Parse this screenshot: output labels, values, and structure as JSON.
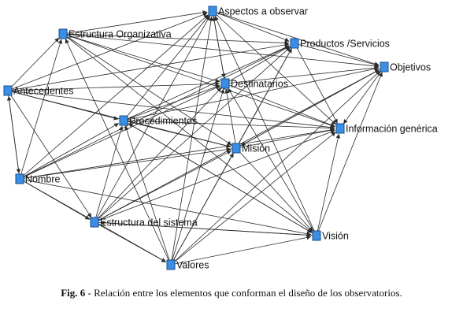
{
  "colors": {
    "node_fill": "#3a8ee6",
    "node_stroke": "#1b4f8a",
    "edge": "#2a2a2a"
  },
  "nodes": [
    {
      "id": "aspectos",
      "label": "Aspectos a observar"
    },
    {
      "id": "estructura_org",
      "label": "Estructura Organizativa"
    },
    {
      "id": "productos",
      "label": "Productos /Servicios"
    },
    {
      "id": "objetivos",
      "label": "Objetivos"
    },
    {
      "id": "antecedentes",
      "label": "Antecedentes"
    },
    {
      "id": "destinatarios",
      "label": "Destinatarios"
    },
    {
      "id": "procedimientos",
      "label": "Procedimientos"
    },
    {
      "id": "informacion",
      "label": "Información genérica"
    },
    {
      "id": "mision",
      "label": "Misión"
    },
    {
      "id": "nombre",
      "label": "Nombre"
    },
    {
      "id": "estructura_sis",
      "label": "Estructura del sistema"
    },
    {
      "id": "vision",
      "label": "Visión"
    },
    {
      "id": "valores",
      "label": "Valores"
    }
  ],
  "edges": [
    [
      "estructura_org",
      "aspectos"
    ],
    [
      "estructura_org",
      "productos"
    ],
    [
      "estructura_org",
      "objetivos"
    ],
    [
      "estructura_org",
      "destinatarios"
    ],
    [
      "estructura_org",
      "informacion"
    ],
    [
      "estructura_org",
      "mision"
    ],
    [
      "estructura_org",
      "vision"
    ],
    [
      "antecedentes",
      "aspectos"
    ],
    [
      "antecedentes",
      "productos"
    ],
    [
      "antecedentes",
      "estructura_org"
    ],
    [
      "antecedentes",
      "destinatarios"
    ],
    [
      "antecedentes",
      "procedimientos"
    ],
    [
      "antecedentes",
      "informacion"
    ],
    [
      "antecedentes",
      "mision"
    ],
    [
      "antecedentes",
      "nombre"
    ],
    [
      "antecedentes",
      "estructura_sis"
    ],
    [
      "nombre",
      "antecedentes"
    ],
    [
      "nombre",
      "estructura_org"
    ],
    [
      "nombre",
      "aspectos"
    ],
    [
      "nombre",
      "productos"
    ],
    [
      "nombre",
      "procedimientos"
    ],
    [
      "nombre",
      "destinatarios"
    ],
    [
      "nombre",
      "mision"
    ],
    [
      "nombre",
      "informacion"
    ],
    [
      "nombre",
      "estructura_sis"
    ],
    [
      "nombre",
      "valores"
    ],
    [
      "nombre",
      "vision"
    ],
    [
      "procedimientos",
      "aspectos"
    ],
    [
      "procedimientos",
      "productos"
    ],
    [
      "procedimientos",
      "objetivos"
    ],
    [
      "procedimientos",
      "destinatarios"
    ],
    [
      "procedimientos",
      "mision"
    ],
    [
      "procedimientos",
      "informacion"
    ],
    [
      "procedimientos",
      "vision"
    ],
    [
      "estructura_sis",
      "aspectos"
    ],
    [
      "estructura_sis",
      "procedimientos"
    ],
    [
      "estructura_sis",
      "destinatarios"
    ],
    [
      "estructura_sis",
      "mision"
    ],
    [
      "estructura_sis",
      "productos"
    ],
    [
      "estructura_sis",
      "objetivos"
    ],
    [
      "estructura_sis",
      "informacion"
    ],
    [
      "estructura_sis",
      "vision"
    ],
    [
      "estructura_sis",
      "valores"
    ],
    [
      "valores",
      "estructura_org"
    ],
    [
      "valores",
      "procedimientos"
    ],
    [
      "valores",
      "destinatarios"
    ],
    [
      "valores",
      "mision"
    ],
    [
      "valores",
      "aspectos"
    ],
    [
      "valores",
      "objetivos"
    ],
    [
      "valores",
      "informacion"
    ],
    [
      "valores",
      "vision"
    ],
    [
      "valores",
      "productos"
    ],
    [
      "vision",
      "aspectos"
    ],
    [
      "vision",
      "destinatarios"
    ],
    [
      "vision",
      "estructura_sis"
    ],
    [
      "vision",
      "objetivos"
    ],
    [
      "vision",
      "procedimientos"
    ],
    [
      "vision",
      "informacion"
    ],
    [
      "mision",
      "destinatarios"
    ],
    [
      "mision",
      "informacion"
    ],
    [
      "mision",
      "objetivos"
    ],
    [
      "mision",
      "productos"
    ],
    [
      "mision",
      "vision"
    ],
    [
      "destinatarios",
      "productos"
    ],
    [
      "destinatarios",
      "objetivos"
    ],
    [
      "destinatarios",
      "informacion"
    ],
    [
      "destinatarios",
      "aspectos"
    ],
    [
      "aspectos",
      "productos"
    ],
    [
      "aspectos",
      "objetivos"
    ],
    [
      "aspectos",
      "informacion"
    ],
    [
      "aspectos",
      "destinatarios"
    ],
    [
      "productos",
      "objetivos"
    ],
    [
      "productos",
      "informacion"
    ],
    [
      "objetivos",
      "informacion"
    ],
    [
      "objetivos",
      "mision"
    ]
  ],
  "caption": {
    "prefix": "Fig. 6",
    "text": " - Relación entre los elementos que conforman el diseño de los observatorios."
  }
}
